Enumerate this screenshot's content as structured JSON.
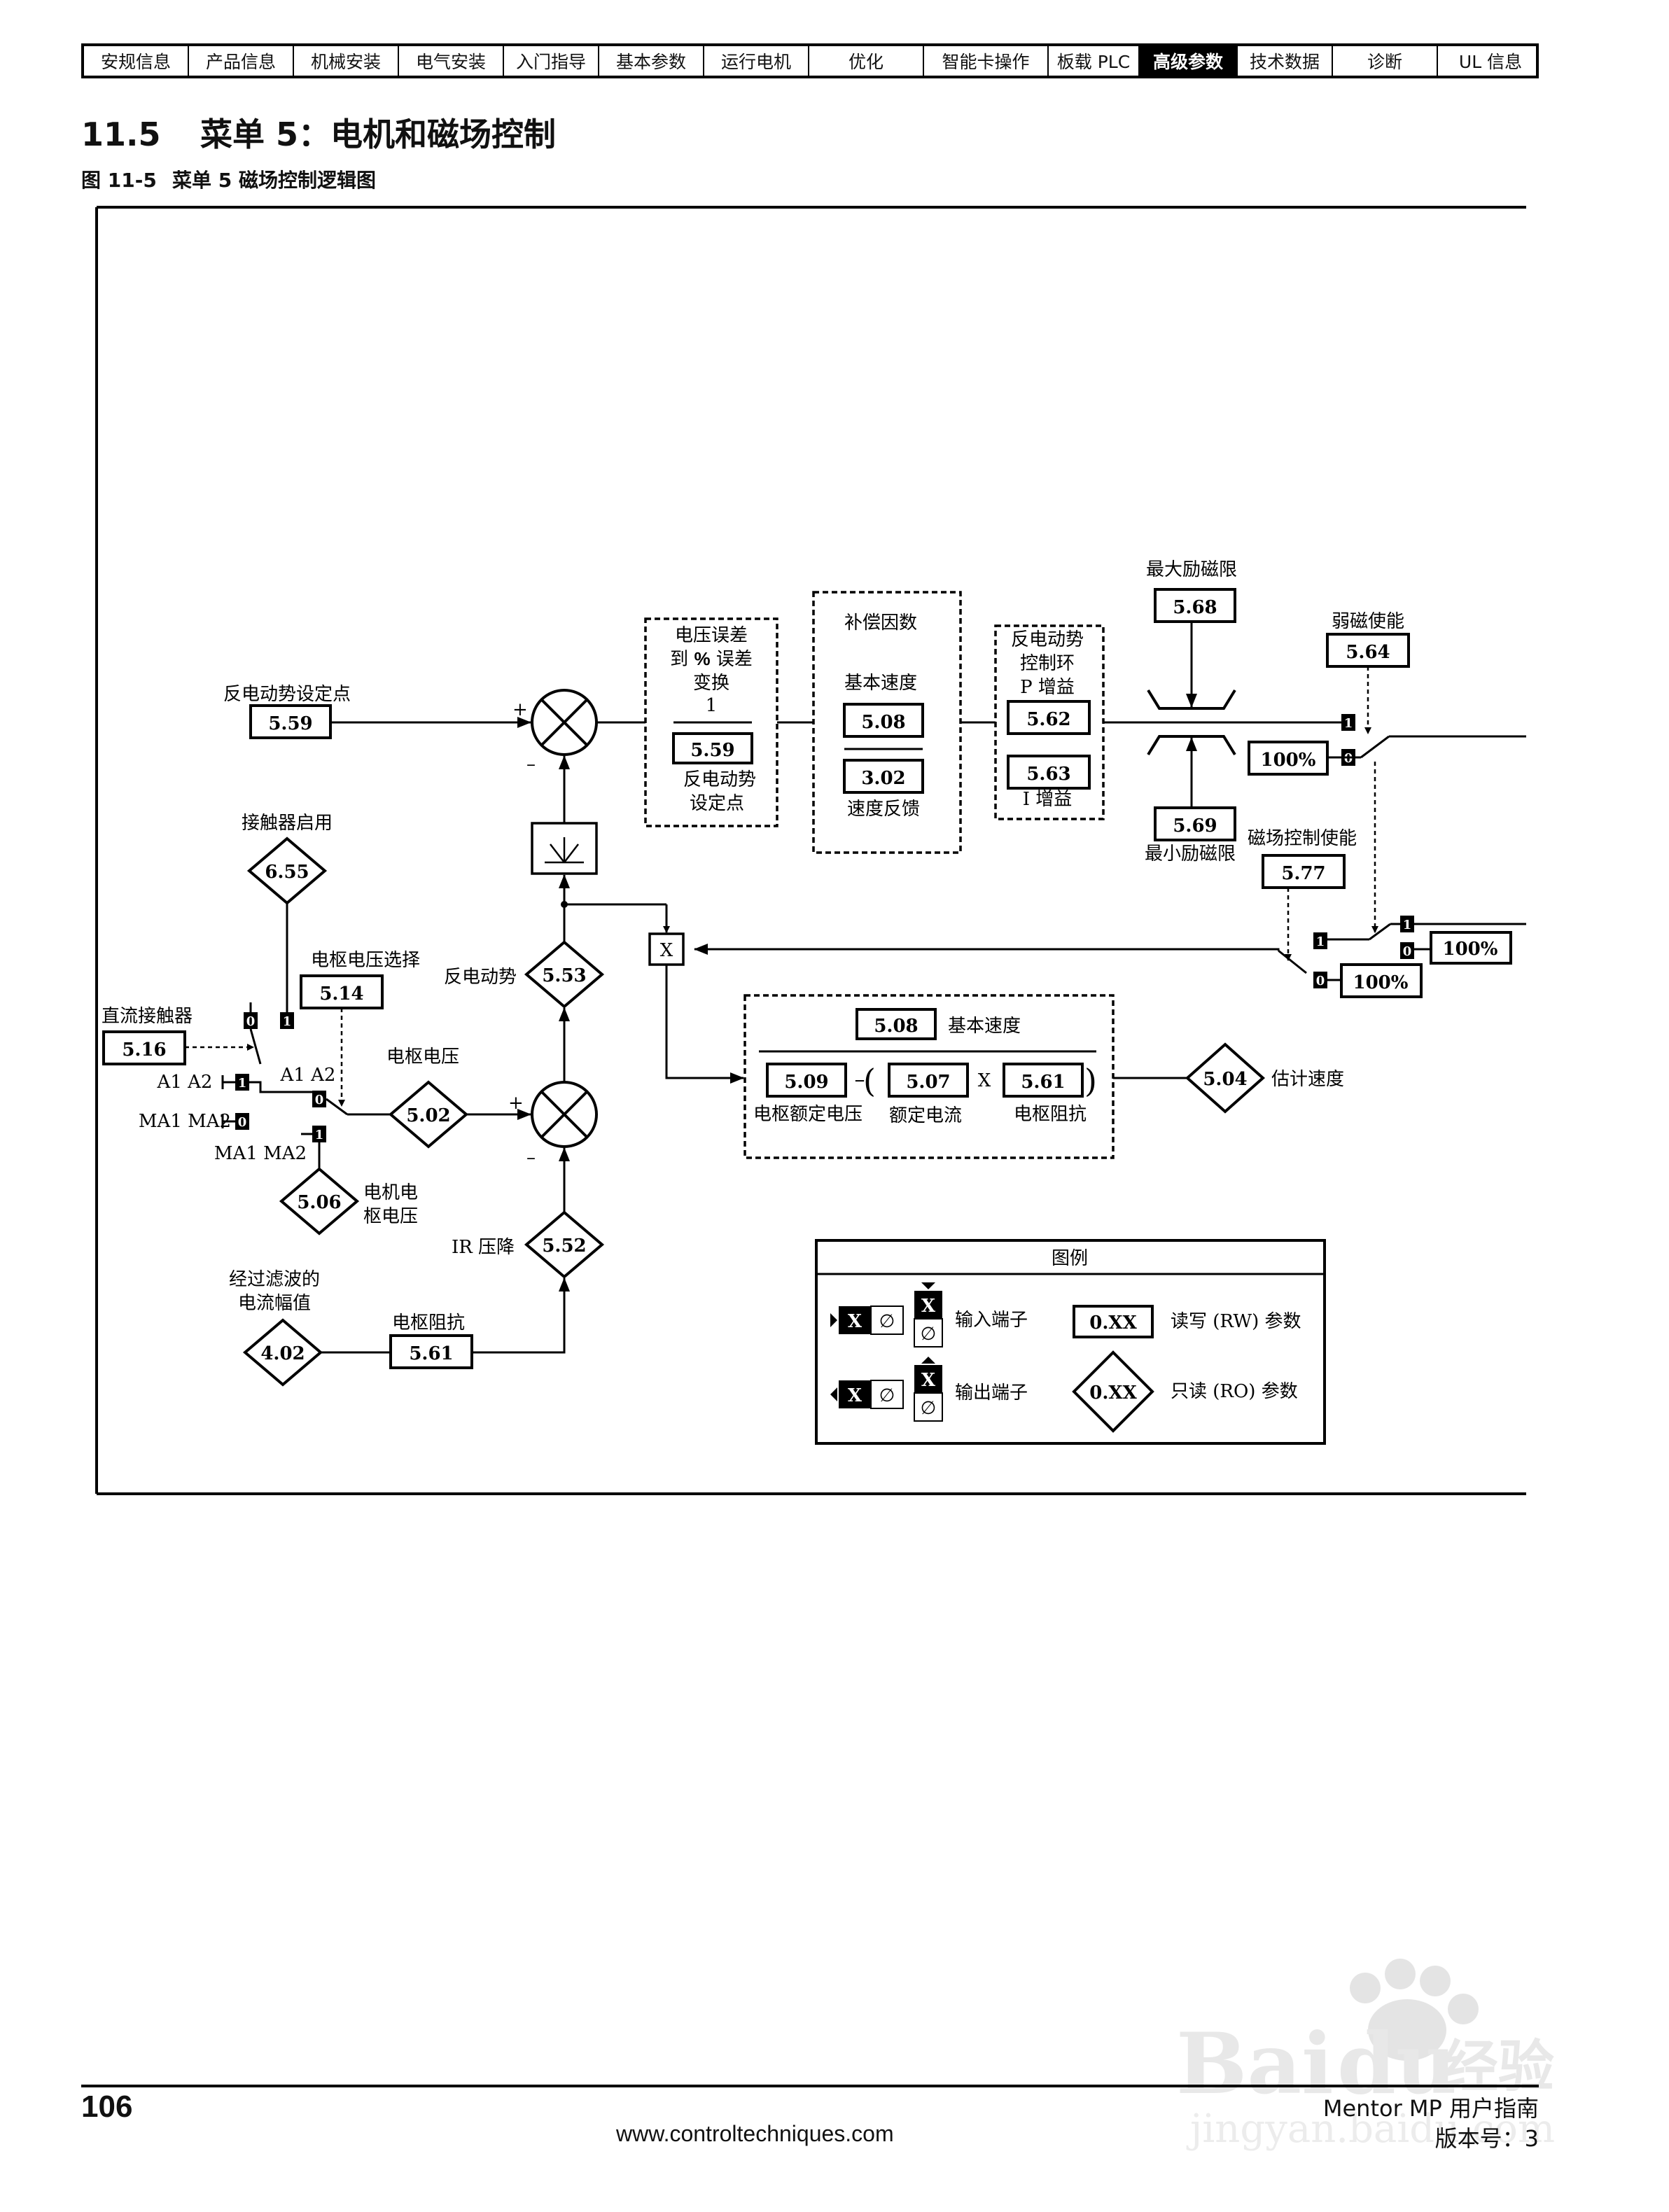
{
  "nav": {
    "items": [
      {
        "label": "安规信息",
        "active": false
      },
      {
        "label": "产品信息",
        "active": false
      },
      {
        "label": "机械安装",
        "active": false
      },
      {
        "label": "电气安装",
        "active": false
      },
      {
        "label": "入门指导",
        "active": false
      },
      {
        "label": "基本参数",
        "active": false
      },
      {
        "label": "运行电机",
        "active": false
      },
      {
        "label": "优化",
        "active": false
      },
      {
        "label": "智能卡操作",
        "active": false
      },
      {
        "label": "板载 PLC",
        "active": false
      },
      {
        "label": "高级参数",
        "active": true
      },
      {
        "label": "技术数据",
        "active": false
      },
      {
        "label": "诊断",
        "active": false
      },
      {
        "label": "UL 信息",
        "active": false
      }
    ]
  },
  "section": {
    "number": "11.5",
    "title": "菜单 5：电机和磁场控制"
  },
  "figure": {
    "number": "图 11-5",
    "title": "菜单 5 磁场控制逻辑图"
  },
  "diagram": {
    "emf_setpoint": {
      "label": "反电动势设定点",
      "param": "5.59"
    },
    "plus": "+",
    "minus": "–",
    "error_block": {
      "line1": "电压误差",
      "line2a": "到 ",
      "line2b": "%",
      "line2c": " 误差",
      "line3": "变换",
      "numerator": "1",
      "param": "5.59",
      "cap1": "反电动势",
      "cap2": "设定点"
    },
    "comp_block": {
      "title": "补偿因数",
      "base_label": "基本速度",
      "base_param": "5.08",
      "fb_param": "3.02",
      "fb_label": "速度反馈"
    },
    "pi_block": {
      "line1": "反电动势",
      "line2": "控制环",
      "p_label": "P 增益",
      "p_param": "5.62",
      "i_param": "5.63",
      "i_label": "I 增益"
    },
    "max_field": {
      "label": "最大励磁限",
      "param": "5.68"
    },
    "min_field": {
      "label": "最小励磁限",
      "param": "5.69"
    },
    "weakening": {
      "label": "弱磁使能",
      "param": "5.64"
    },
    "field_enable": {
      "label": "磁场控制使能",
      "param": "5.77"
    },
    "hundred": "100%",
    "contactor_enable": {
      "label": "接触器启用",
      "param": "6.55"
    },
    "dc_contactor": {
      "label": "直流接触器",
      "param": "5.16"
    },
    "armature_select": {
      "label": "电枢电压选择",
      "param": "5.14"
    },
    "back_emf": {
      "label": "反电动势",
      "param": "5.53"
    },
    "armature_voltage": {
      "label": "电枢电压",
      "param": "5.02"
    },
    "motor_armature": {
      "line1": "电机电",
      "line2": "枢电压",
      "param": "5.06"
    },
    "ir_drop": {
      "label": "IR 压降",
      "param": "5.52"
    },
    "filtered_current": {
      "line1": "经过滤波的",
      "line2": "电流幅值",
      "param": "4.02"
    },
    "armature_resistance": {
      "label": "电枢阻抗",
      "param": "5.61"
    },
    "terminals": {
      "a1a2": "A1 A2",
      "ma1ma2": "MA1 MA2"
    },
    "switch_states": {
      "one": "1",
      "zero": "0"
    },
    "multiplier": "X",
    "speed_est": {
      "base_param": "5.08",
      "base_label": "基本速度",
      "rated_v_param": "5.09",
      "rated_v_label": "电枢额定电压",
      "rated_i_param": "5.07",
      "rated_i_label": "额定电流",
      "res_param": "5.61",
      "res_label": "电枢阻抗",
      "minus": "–",
      "lparen": "(",
      "rparen": ")",
      "times": "X",
      "out_param": "5.04",
      "out_label": "估计速度"
    },
    "legend": {
      "title": "图例",
      "input_label": "输入端子",
      "output_label": "输出端子",
      "rw_box": "0.XX",
      "rw_label": "读写 (RW) 参数",
      "ro_box": "0.XX",
      "ro_label": "只读 (RO) 参数",
      "x_mark": "X",
      "null_mark": "∅"
    }
  },
  "footer": {
    "page": "106",
    "url": "www.controltechniques.com",
    "guide": "Mentor MP 用户指南",
    "version": "版本号：3"
  },
  "watermark": {
    "brand": "Bai du 经验",
    "sub": "jingyan.baidu.com"
  }
}
